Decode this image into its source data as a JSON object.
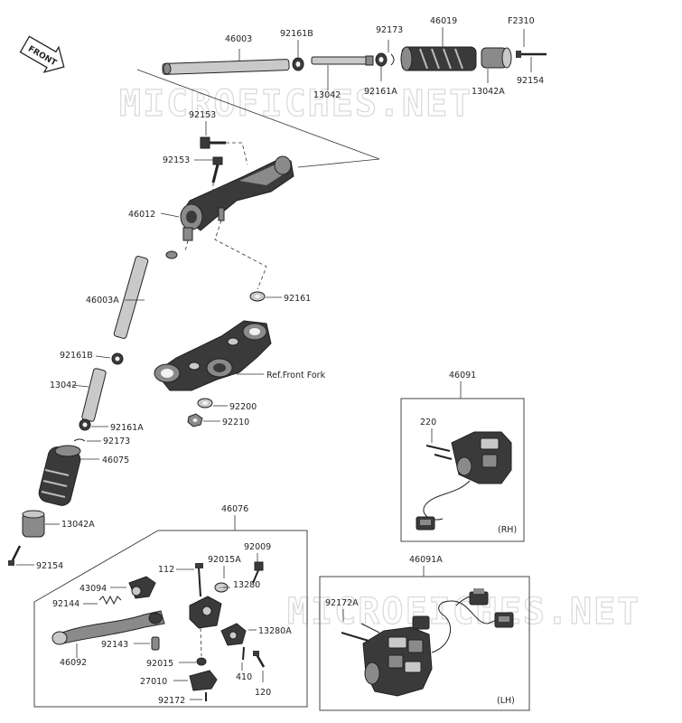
{
  "watermark": "MICROFICHES.NET",
  "front_label": "FRONT",
  "labels": {
    "p46003": "46003",
    "p92161B_top": "92161B",
    "p92173_top": "92173",
    "p46019": "46019",
    "pF2310": "F2310",
    "p13042_top": "13042",
    "p92161A_top": "92161A",
    "p13042A_top": "13042A",
    "p92154_top": "92154",
    "p92153_a": "92153",
    "p92153_b": "92153",
    "p46012": "46012",
    "p92161": "92161",
    "p46003A": "46003A",
    "ref_front_fork": "Ref.Front Fork",
    "p92161B_left": "92161B",
    "p13042_left": "13042",
    "p92200": "92200",
    "p92210": "92210",
    "p92161A_left": "92161A",
    "p92173_left": "92173",
    "p46075": "46075",
    "p13042A_left": "13042A",
    "p92154_left": "92154",
    "p46091": "46091",
    "p220": "220",
    "rh": "(RH)",
    "p46076": "46076",
    "p92009": "92009",
    "p112": "112",
    "p92015A": "92015A",
    "p43094": "43094",
    "p13280": "13280",
    "p92144": "92144",
    "p13280A": "13280A",
    "p92143": "92143",
    "p92092": "46092",
    "p92015": "92015",
    "p410": "410",
    "p120": "120",
    "p27010": "27010",
    "p92172": "92172",
    "p46091A": "46091A",
    "p92172A": "92172A",
    "lh": "(LH)"
  }
}
